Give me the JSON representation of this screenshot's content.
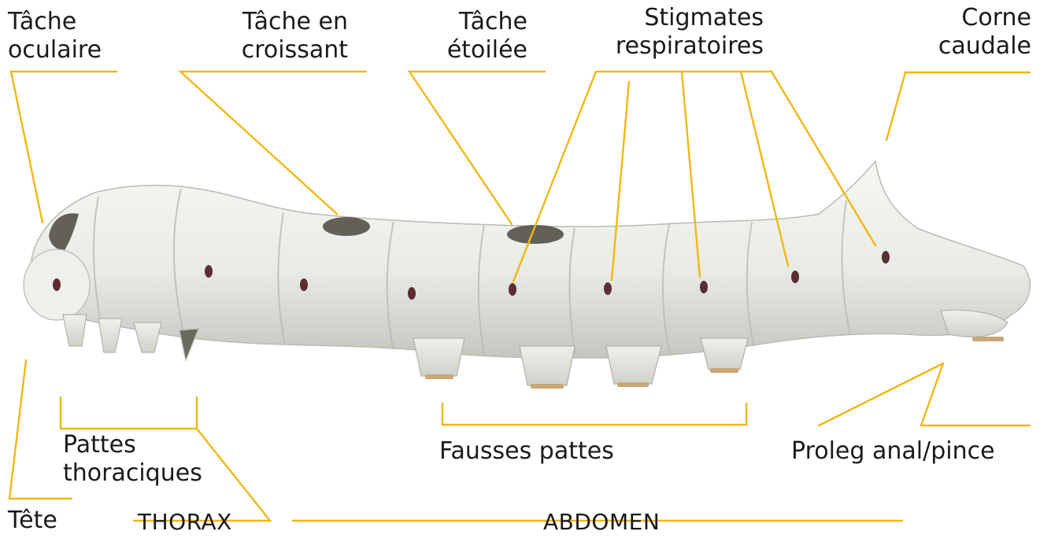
{
  "colors": {
    "leader": "#f2b713",
    "body": "#eceee7",
    "body_shadow": "#c9ccc4",
    "spiracle": "#5a2e33",
    "dark_mark": "#4a463d",
    "text": "#1a1a1a"
  },
  "labels": {
    "tache_oculaire": [
      "Tâche",
      "oculaire"
    ],
    "tache_croissant": [
      "Tâche en",
      "croissant"
    ],
    "tache_etoilee": [
      "Tâche",
      "étoilée"
    ],
    "stigmates": [
      "Stigmates",
      "respiratoires"
    ],
    "corne_caudale": [
      "Corne",
      "caudale"
    ],
    "pattes_thoraciques": [
      "Pattes",
      "thoraciques"
    ],
    "fausses_pattes": "Fausses pattes",
    "proleg_anal": "Proleg anal/pince",
    "tete": "Tête",
    "thorax": "THORAX",
    "abdomen": "ABDOMEN"
  }
}
